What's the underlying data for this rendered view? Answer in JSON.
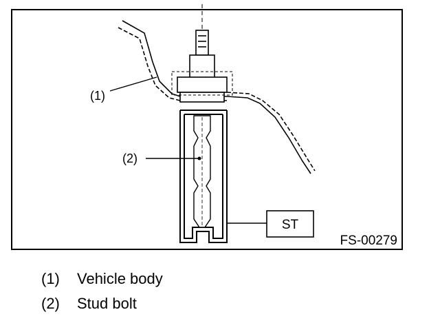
{
  "figure": {
    "code": "FS-00279",
    "tool_label": "ST",
    "callouts": [
      {
        "id": "1",
        "text": "(1)"
      },
      {
        "id": "2",
        "text": "(2)"
      }
    ]
  },
  "legend": [
    {
      "num": "(1)",
      "text": "Vehicle body"
    },
    {
      "num": "(2)",
      "text": "Stud bolt"
    }
  ]
}
